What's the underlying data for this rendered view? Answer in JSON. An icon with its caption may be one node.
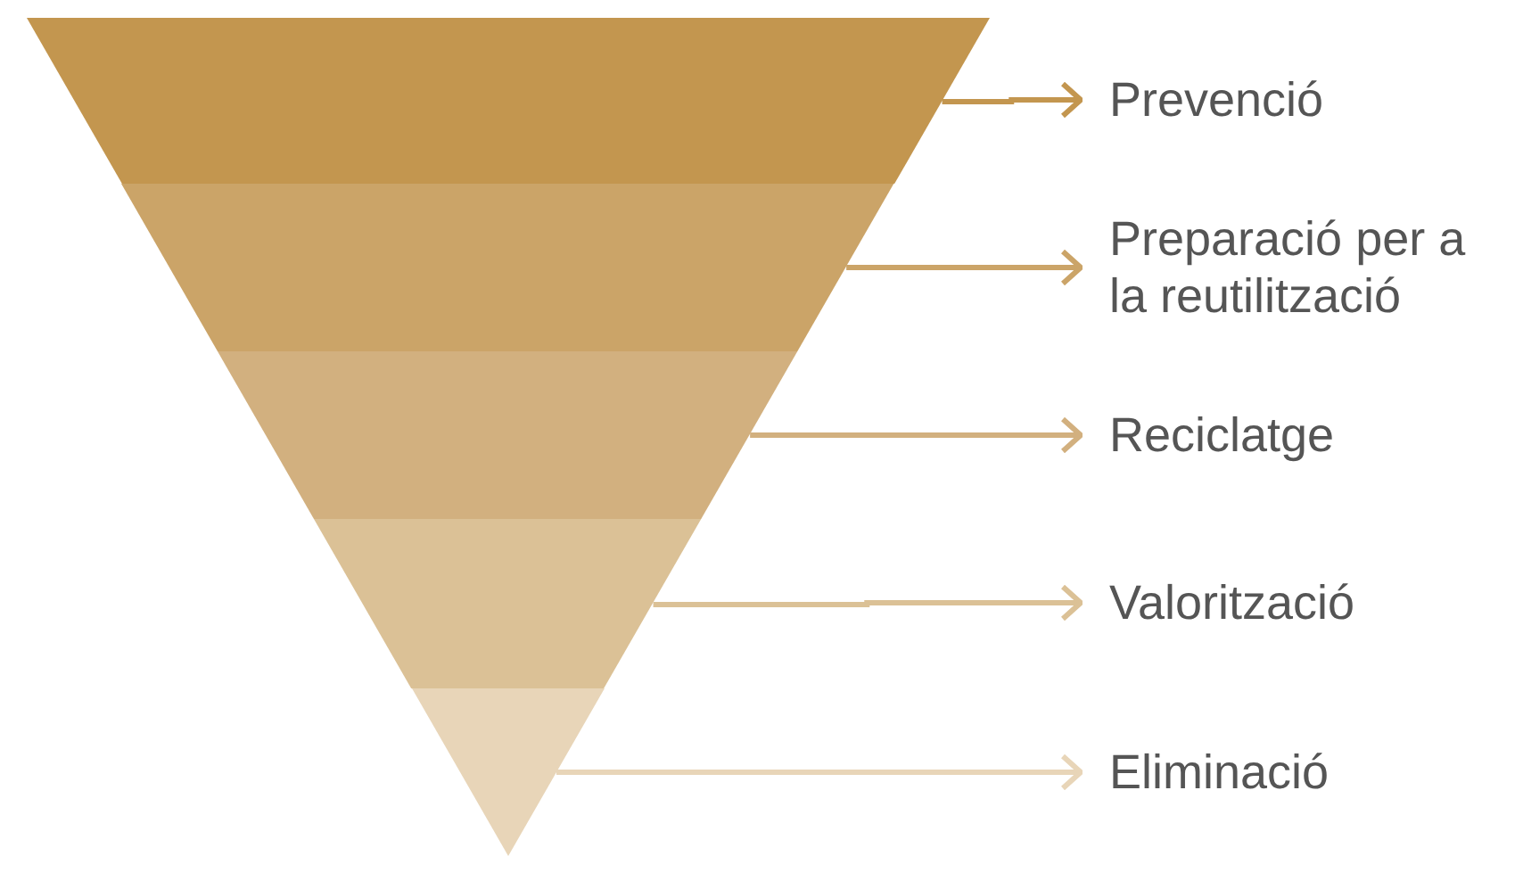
{
  "diagram": {
    "nodes": [
      {
        "text": [],
        "shape": "trapezoid"
      },
      {
        "text": [],
        "shape": "trapezoid"
      },
      {
        "text": [],
        "shape": "trapezoid"
      },
      {
        "text": [],
        "shape": "trapezoid"
      },
      {
        "text": [],
        "shape": "triangle"
      },
      {
        "text": [
          "Prevenció"
        ]
      },
      {
        "text": [
          "Preparació per a la reutilització"
        ]
      },
      {
        "text": [
          "Reciclatge"
        ]
      },
      {
        "text": [
          "Valorització"
        ]
      },
      {
        "text": [
          "Eliminació"
        ]
      }
    ],
    "edges": [
      {
        "from": 0,
        "to": 5,
        "arrow": "to",
        "color": "#c3964f"
      },
      {
        "from": 1,
        "to": 6,
        "arrow": "to",
        "color": "#cba468"
      },
      {
        "from": 2,
        "to": 7,
        "arrow": "to",
        "color": "#d2b07f"
      },
      {
        "from": 3,
        "to": 8,
        "arrow": "to",
        "color": "#dbc196"
      },
      {
        "from": 4,
        "to": 9,
        "arrow": "to",
        "color": "#e8d5b8"
      }
    ]
  }
}
